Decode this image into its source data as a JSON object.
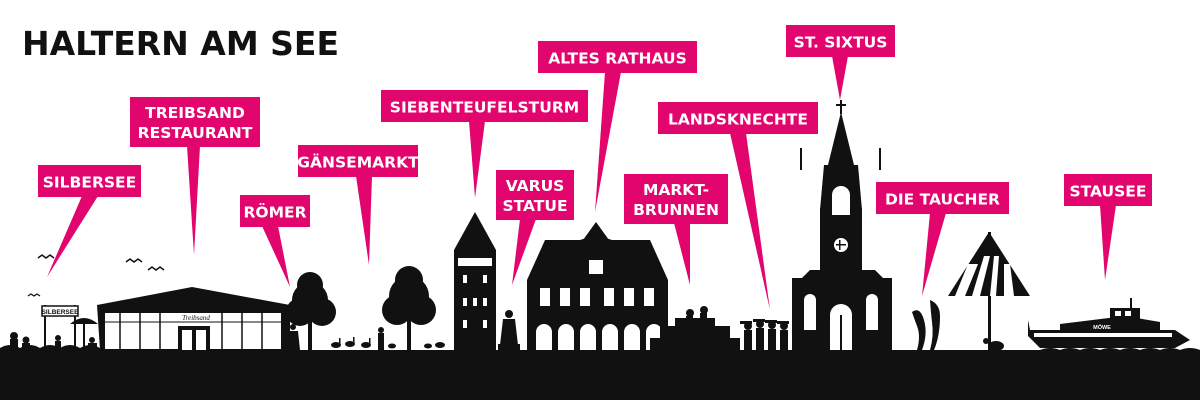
{
  "title": "HALTERN AM SEE",
  "accent_color": "#e2056e",
  "silhouette_color": "#111111",
  "labels": [
    {
      "lines": [
        "SILBERSEE"
      ]
    },
    {
      "lines": [
        "TREIBSAND",
        "RESTAURANT"
      ]
    },
    {
      "lines": [
        "RÖMER"
      ]
    },
    {
      "lines": [
        "GÄNSEMARKT"
      ]
    },
    {
      "lines": [
        "SIEBENTEUFELSTURM"
      ]
    },
    {
      "lines": [
        "VARUS",
        "STATUE"
      ]
    },
    {
      "lines": [
        "ALTES RATHAUS"
      ]
    },
    {
      "lines": [
        "MARKT-",
        "BRUNNEN"
      ]
    },
    {
      "lines": [
        "LANDSKNECHTE"
      ]
    },
    {
      "lines": [
        "ST. SIXTUS"
      ]
    },
    {
      "lines": [
        "DIE TAUCHER"
      ]
    },
    {
      "lines": [
        "STAUSEE"
      ]
    }
  ],
  "signs": {
    "silbersee_sign": "SILBERSEE",
    "treibsand_logo": "Treibsand",
    "boat_name": "MÖWE"
  }
}
